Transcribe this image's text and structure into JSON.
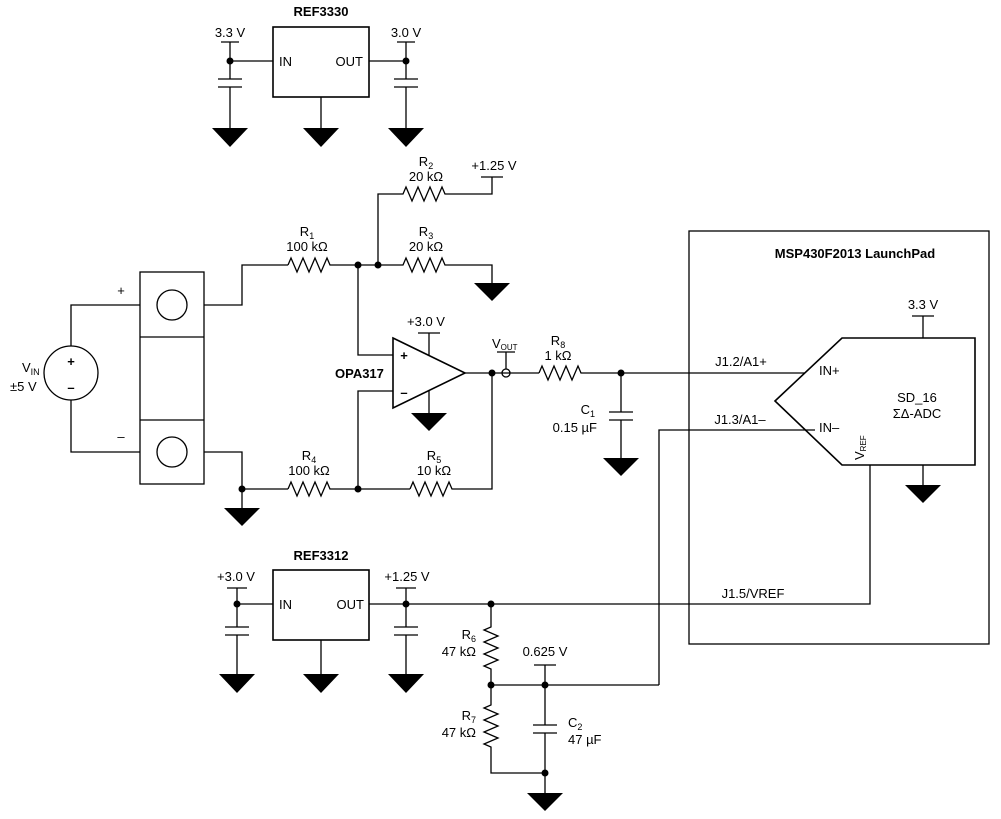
{
  "refs": {
    "top": {
      "name": "REF3330",
      "in_voltage": "3.3 V",
      "out_voltage": "3.0 V",
      "pin_in": "IN",
      "pin_out": "OUT"
    },
    "bottom": {
      "name": "REF3312",
      "in_voltage": "+3.0 V",
      "out_voltage": "+1.25 V",
      "pin_in": "IN",
      "pin_out": "OUT"
    }
  },
  "source": {
    "label_main": "V",
    "label_sub": "IN",
    "range": "±5 V",
    "plus": "+",
    "minus": "–",
    "pos_terminal": "+",
    "neg_terminal": "–"
  },
  "resistors": {
    "r1": {
      "name": "R",
      "sub": "1",
      "value": "100 kΩ"
    },
    "r2": {
      "name": "R",
      "sub": "2",
      "value": "20 kΩ"
    },
    "r3": {
      "name": "R",
      "sub": "3",
      "value": "20 kΩ"
    },
    "r4": {
      "name": "R",
      "sub": "4",
      "value": "100 kΩ"
    },
    "r5": {
      "name": "R",
      "sub": "5",
      "value": "10 kΩ"
    },
    "r6": {
      "name": "R",
      "sub": "6",
      "value": "47 kΩ"
    },
    "r7": {
      "name": "R",
      "sub": "7",
      "value": "47 kΩ"
    },
    "r8": {
      "name": "R",
      "sub": "8",
      "value": "1 kΩ"
    }
  },
  "capacitors": {
    "c1": {
      "name": "C",
      "sub": "1",
      "value": "0.15 µF"
    },
    "c2": {
      "name": "C",
      "sub": "2",
      "value": "47 µF"
    }
  },
  "rails": {
    "r2_supply": "+1.25 V",
    "opamp_supply": "+3.0 V",
    "mid_node": "0.625 V",
    "adc_supply": "3.3 V"
  },
  "opamp": {
    "name": "OPA317",
    "plus": "+",
    "minus": "–"
  },
  "vout": {
    "main": "V",
    "sub": "OUT"
  },
  "launchpad": {
    "title": "MSP430F2013 LaunchPad",
    "adc_name": "SD_16",
    "adc_type": "ΣΔ-ADC",
    "pin_in_plus": "IN+",
    "pin_in_minus": "IN–",
    "vref_main": "V",
    "vref_sub": "REF",
    "net_a1_plus": "J1.2/A1+",
    "net_a1_minus": "J1.3/A1–",
    "net_vref": "J1.5/VREF"
  }
}
